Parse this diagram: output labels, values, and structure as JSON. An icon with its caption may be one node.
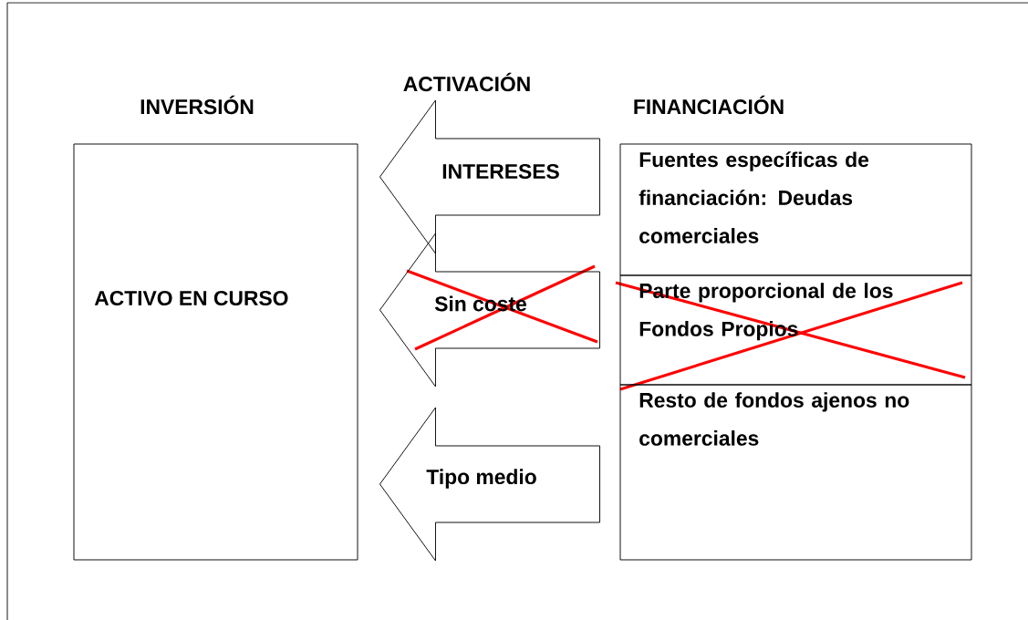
{
  "diagram": {
    "nodes": [
      {
        "text": [
          "INVERSIÓN",
          "ACTIVO EN CURSO"
        ]
      },
      {
        "text": [
          "Fuentes específicas de financiación: Deudas comerciales"
        ]
      },
      {
        "text": [
          "Parte proporcional de los Fondos Propios"
        ]
      },
      {
        "text": [
          "Resto de fondos ajenos no comerciales"
        ]
      }
    ],
    "edges": [
      {
        "from": 1,
        "to": 0,
        "arrow": "to",
        "label": "INTERESES"
      },
      {
        "from": 2,
        "to": 0,
        "arrow": "to",
        "label": "Sin coste"
      },
      {
        "from": 3,
        "to": 0,
        "arrow": "to",
        "label": "Tipo medio"
      }
    ],
    "labels": [
      "ACTIVACIÓN",
      "FINANCIACIÓN"
    ]
  }
}
